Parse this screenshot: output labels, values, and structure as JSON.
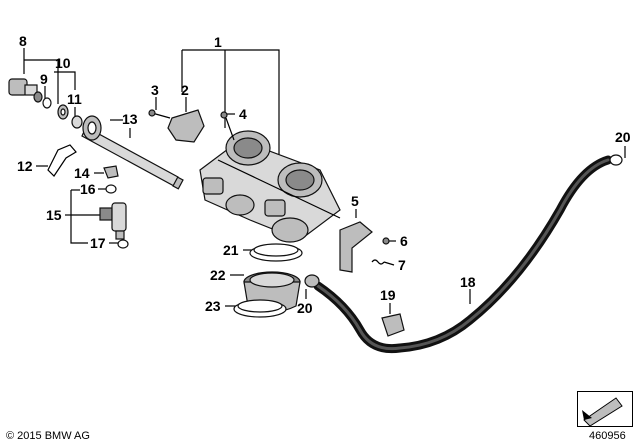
{
  "diagram": {
    "callouts": [
      "1",
      "2",
      "3",
      "4",
      "5",
      "6",
      "7",
      "8",
      "9",
      "10",
      "11",
      "12",
      "13",
      "14",
      "15",
      "16",
      "17",
      "18",
      "19",
      "20",
      "20",
      "21",
      "22",
      "23"
    ]
  },
  "footer": {
    "copyright": "© 2015 BMW AG",
    "diagram_id": "460956"
  },
  "icons": {
    "nav": "arrow-down-left-icon"
  }
}
